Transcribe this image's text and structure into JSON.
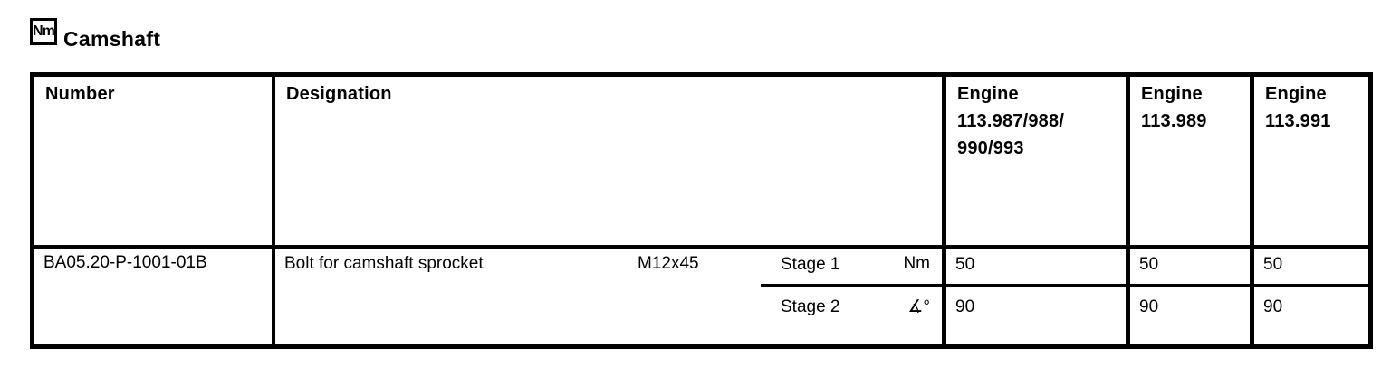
{
  "heading": {
    "icon": "Nm",
    "title": "Camshaft"
  },
  "table": {
    "headers": {
      "number": "Number",
      "designation": "Designation",
      "engine1": "Engine\n113.987/988/\n990/993",
      "engine2": "Engine\n113.989",
      "engine3": "Engine\n113.991"
    },
    "row": {
      "number": "BA05.20-P-1001-01B",
      "designation": "Bolt for camshaft sprocket",
      "size": "M12x45",
      "stages": [
        {
          "label": "Stage 1",
          "unit": "Nm",
          "values": [
            "50",
            "50",
            "50"
          ]
        },
        {
          "label": "Stage 2",
          "unit": "∡°",
          "values": [
            "90",
            "90",
            "90"
          ]
        }
      ]
    }
  }
}
